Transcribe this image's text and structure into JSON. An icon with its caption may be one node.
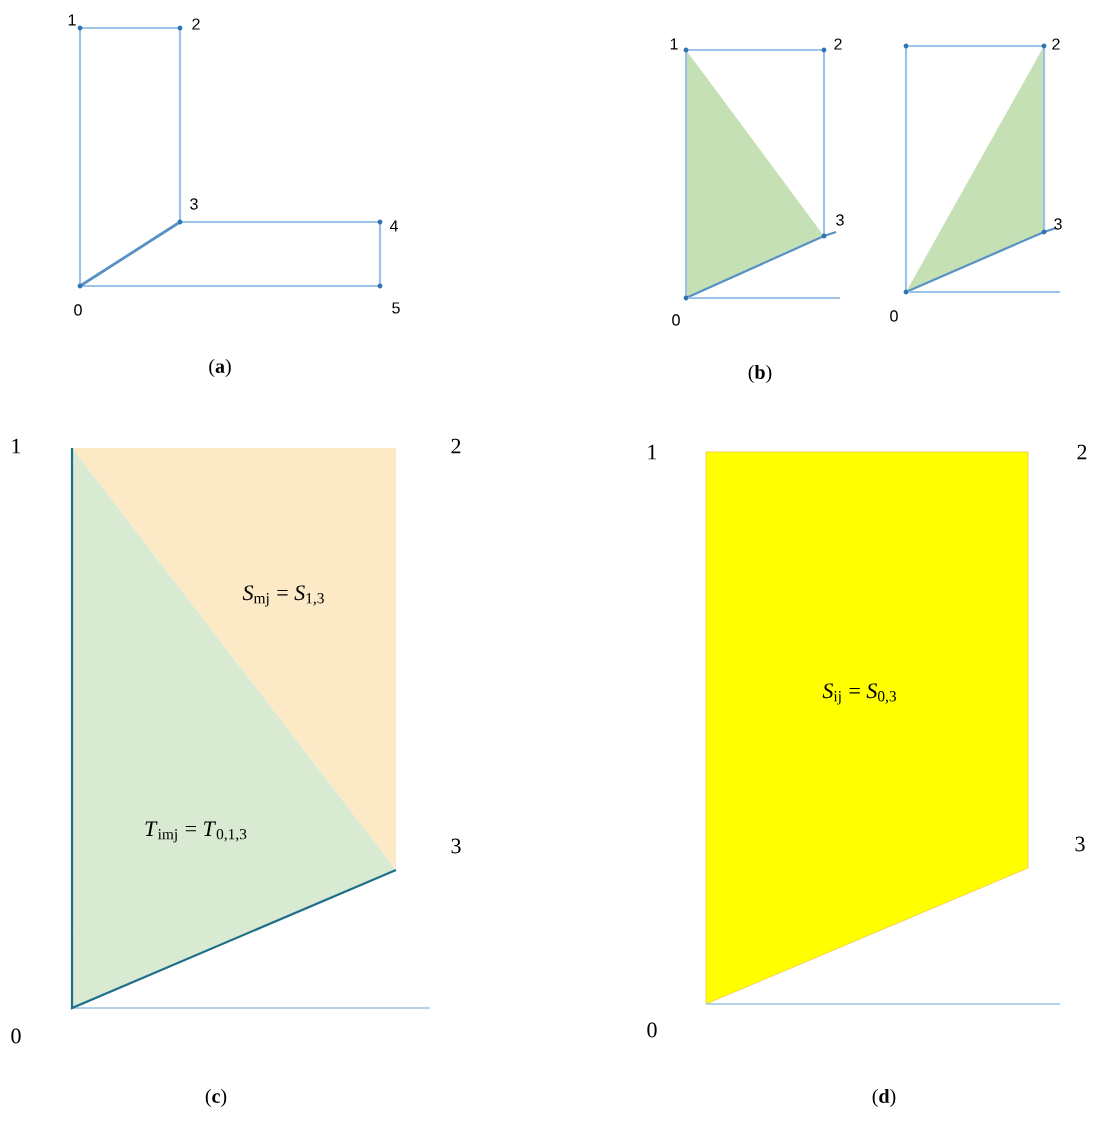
{
  "diagram": {
    "labels": [
      "1",
      "2",
      "3",
      "4",
      "0",
      "5",
      "(**a**)",
      "1",
      "2",
      "3",
      "0",
      "2",
      "3",
      "0",
      "(**b**)",
      "1",
      "2",
      "*S*$_{mj}$ = *S*$_{1,3}$",
      "*T*$_{imj}$ = *T*$_{0,1,3}$",
      "3",
      "0",
      "(**c**)",
      "1",
      "2",
      "*S*$_{ij}$ = *S*$_{0,3}$",
      "3",
      "0",
      "(**d**)"
    ]
  }
}
